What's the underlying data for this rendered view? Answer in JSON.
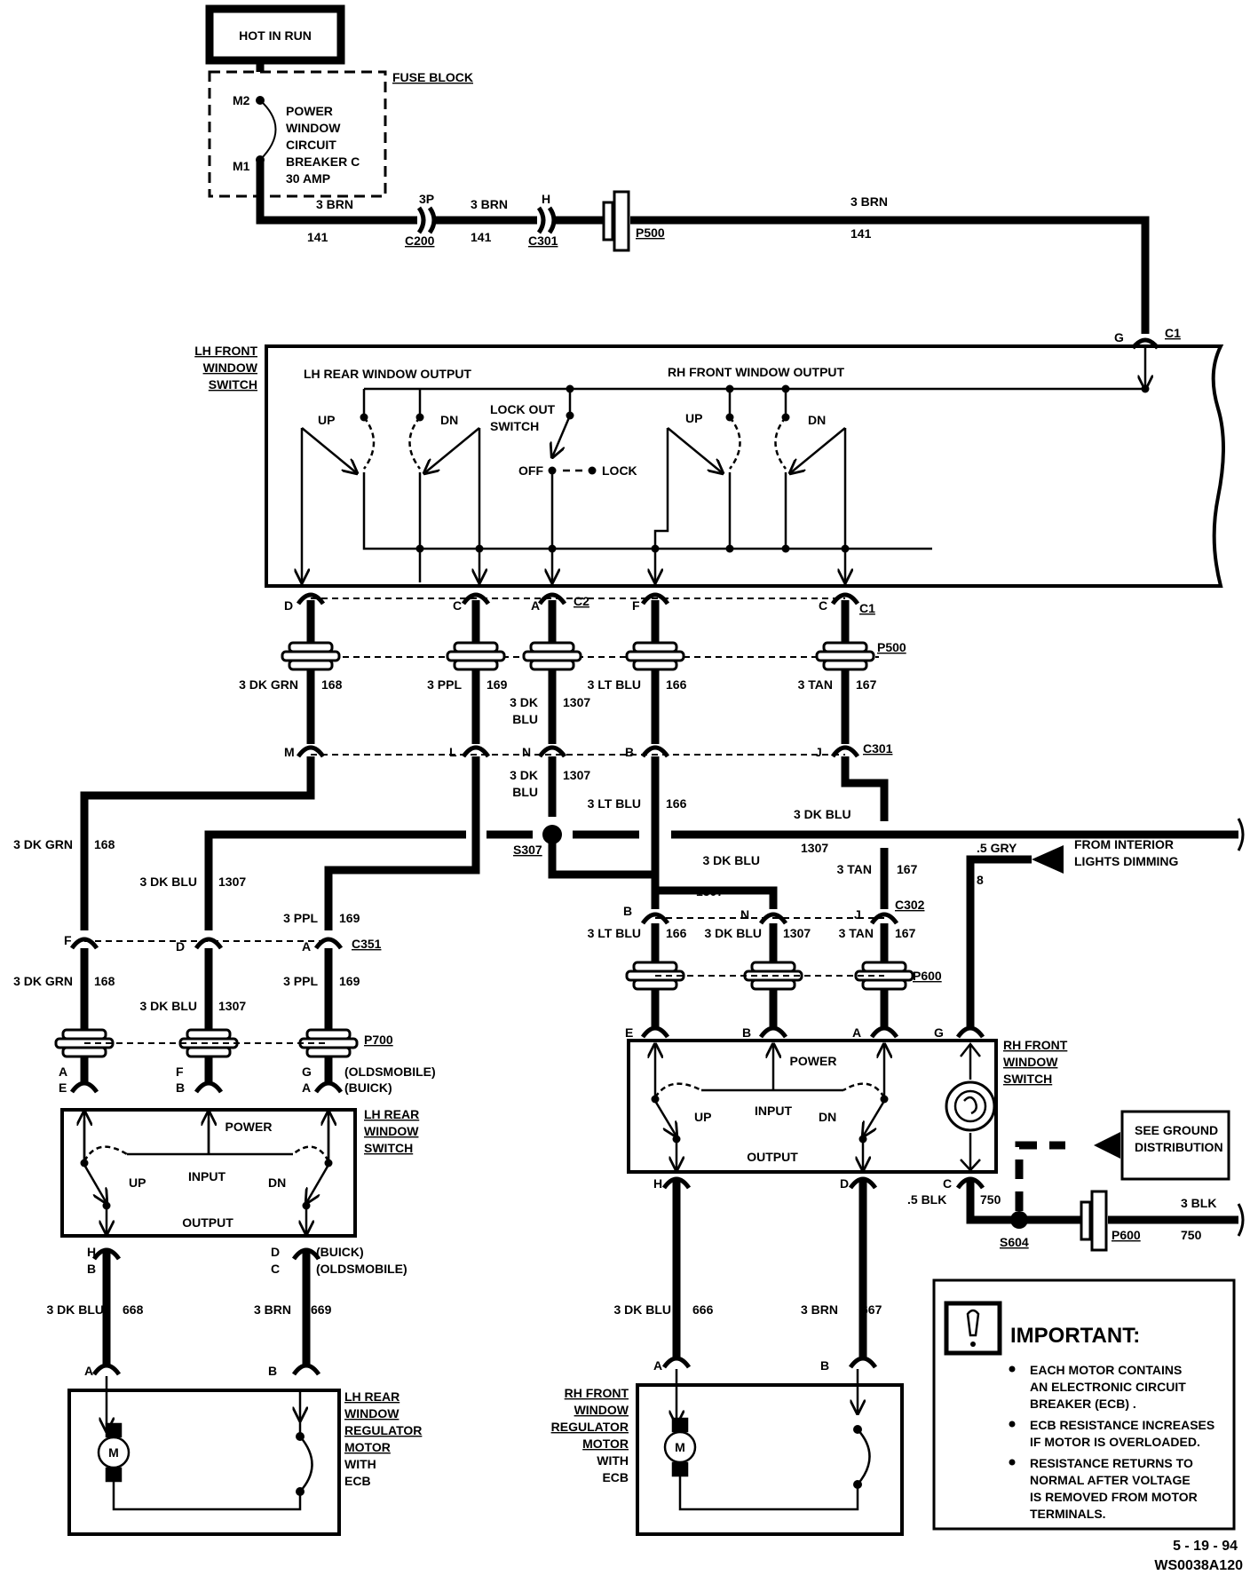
{
  "power": {
    "hot_label": "HOT IN RUN",
    "fuse_block": "FUSE BLOCK",
    "breaker_lines": [
      "POWER",
      "WINDOW",
      "CIRCUIT",
      "BREAKER C",
      "30 AMP"
    ],
    "m2": "M2",
    "m1": "M1",
    "wire_color": "3 BRN",
    "circuit": "141",
    "c200_pin": "3P",
    "c200": "C200",
    "c301_pin": "H",
    "c301": "C301",
    "p500": "P500",
    "c1_pin": "G",
    "c1": "C1"
  },
  "lh_front_switch": {
    "title": [
      "LH FRONT",
      "WINDOW",
      "SWITCH"
    ],
    "lh_rear_output": "LH REAR WINDOW OUTPUT",
    "rh_front_output": "RH FRONT WINDOW OUTPUT",
    "lockout": [
      "LOCK OUT",
      "SWITCH"
    ],
    "off": "OFF",
    "lock": "LOCK",
    "up": "UP",
    "dn": "DN"
  },
  "upper_connectors": {
    "pins": [
      "D",
      "C",
      "A",
      "F",
      "C"
    ],
    "c2": "C2",
    "c1": "C1",
    "p500": "P500",
    "wires": [
      {
        "color": "3 DK GRN",
        "circuit": "168"
      },
      {
        "color": "3 PPL",
        "circuit": "169"
      },
      {
        "color_lines": [
          "3 DK",
          "BLU"
        ],
        "circuit": "1307"
      },
      {
        "color": "3 LT BLU",
        "circuit": "166"
      },
      {
        "color": "3 TAN",
        "circuit": "167"
      }
    ],
    "c301_pins": [
      "M",
      "L",
      "N",
      "B",
      "J"
    ],
    "c301": "C301"
  },
  "middle": {
    "dk_blu_lines": [
      "3 DK",
      "BLU"
    ],
    "dk_blu_circuit": "1307",
    "lt_blu": "3 LT BLU",
    "lt_blu_circuit": "166",
    "dk_blu_right": "3 DK BLU",
    "dk_blu_right_circuit": "1307",
    "s307": "S307",
    "lh_green": "3 DK GRN",
    "lh_green_circuit": "168",
    "lh_blue": "3 DK BLU",
    "lh_blue_circuit": "1307",
    "lh_ppl": "3 PPL",
    "lh_ppl_circuit": "169",
    "rh_blue": "3 DK BLU",
    "rh_blue_circuit": "1307",
    "rh_tan": "3 TAN",
    "rh_tan_circuit": "167",
    "gry": ".5 GRY",
    "gry_circuit": "8",
    "interior_dimming": [
      "FROM INTERIOR",
      "LIGHTS DIMMING"
    ]
  },
  "lh_rear": {
    "c351_pins": [
      "F",
      "D",
      "A"
    ],
    "c351": "C351",
    "wires": [
      {
        "color": "3 DK GRN",
        "circuit": "168"
      },
      {
        "color": "3 DK BLU",
        "circuit": "1307"
      },
      {
        "color": "3 PPL",
        "circuit": "169"
      }
    ],
    "p700": "P700",
    "pin_rows": [
      [
        "A",
        "E"
      ],
      [
        "F",
        "B"
      ],
      [
        "G",
        "A"
      ]
    ],
    "oldsmobile": "(OLDSMOBILE)",
    "buick": "(BUICK)",
    "switch_title": [
      "LH REAR",
      "WINDOW",
      "SWITCH"
    ],
    "power": "POWER",
    "input": "INPUT",
    "output": "OUTPUT",
    "up": "UP",
    "dn": "DN",
    "out_pins": [
      [
        "H",
        "B"
      ],
      [
        "D",
        "C"
      ]
    ],
    "buick2": "(BUICK)",
    "oldsmobile2": "(OLDSMOBILE)",
    "motor_wires": [
      {
        "color": "3 DK BLU",
        "circuit": "668"
      },
      {
        "color": "3 BRN",
        "circuit": "669"
      }
    ],
    "motor_pins": [
      "A",
      "B"
    ],
    "motor_title": [
      "LH REAR",
      "WINDOW",
      "REGULATOR",
      "MOTOR",
      "WITH",
      "ECB"
    ],
    "m": "M"
  },
  "rh_front": {
    "c302_pins": [
      "B",
      "N",
      "J"
    ],
    "c302": "C302",
    "wires": [
      {
        "color": "3 LT BLU",
        "circuit": "166"
      },
      {
        "color": "3 DK BLU",
        "circuit": "1307"
      },
      {
        "color": "3 TAN",
        "circuit": "167"
      }
    ],
    "p600": "P600",
    "pins": [
      "E",
      "B",
      "A",
      "G"
    ],
    "switch_title": [
      "RH FRONT",
      "WINDOW",
      "SWITCH"
    ],
    "power": "POWER",
    "input": "INPUT",
    "output": "OUTPUT",
    "up": "UP",
    "dn": "DN",
    "out_pins": [
      "H",
      "D",
      "C"
    ],
    "blk": ".5 BLK",
    "blk_circuit": "750",
    "s604": "S604",
    "p600_b": "P600",
    "blk3": "3 BLK",
    "blk3_circuit": "750",
    "ground": [
      "SEE GROUND",
      "DISTRIBUTION"
    ],
    "motor_wires": [
      {
        "color": "3 DK BLU",
        "circuit": "666"
      },
      {
        "color": "3 BRN",
        "circuit": "667"
      }
    ],
    "motor_pins": [
      "A",
      "B"
    ],
    "motor_title": [
      "RH FRONT",
      "WINDOW",
      "REGULATOR",
      "MOTOR",
      "WITH",
      "ECB"
    ],
    "m": "M"
  },
  "important": {
    "title": "IMPORTANT:",
    "bullets": [
      [
        "EACH MOTOR CONTAINS",
        "AN ELECTRONIC CIRCUIT",
        "BREAKER (ECB) ."
      ],
      [
        "ECB RESISTANCE INCREASES",
        "IF MOTOR IS OVERLOADED."
      ],
      [
        "RESISTANCE RETURNS TO",
        "NORMAL AFTER VOLTAGE",
        "IS REMOVED FROM MOTOR",
        "TERMINALS."
      ]
    ]
  },
  "footer": {
    "date": "5 - 19 - 94",
    "code": "WS0038A120"
  }
}
